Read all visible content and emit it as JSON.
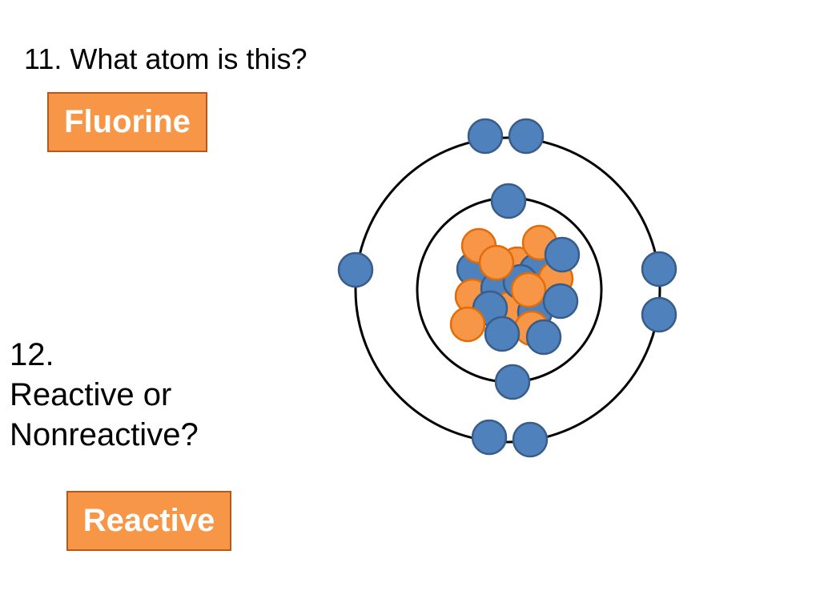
{
  "question11": {
    "text": "11. What atom is this?",
    "answer": "Fluorine"
  },
  "question12": {
    "number": "12.",
    "line1": "Reactive or",
    "line2": "Nonreactive?",
    "answer": "Reactive"
  },
  "colors": {
    "electron_fill": "#4f81bd",
    "electron_stroke": "#385d8a",
    "proton_fill": "#f79646",
    "proton_stroke": "#e36c09",
    "answer_fill": "#f79646",
    "answer_border": "#b8591a",
    "shell_stroke": "#000000"
  },
  "atom": {
    "inner_shell_electrons": 2,
    "outer_shell_electrons": 7
  }
}
